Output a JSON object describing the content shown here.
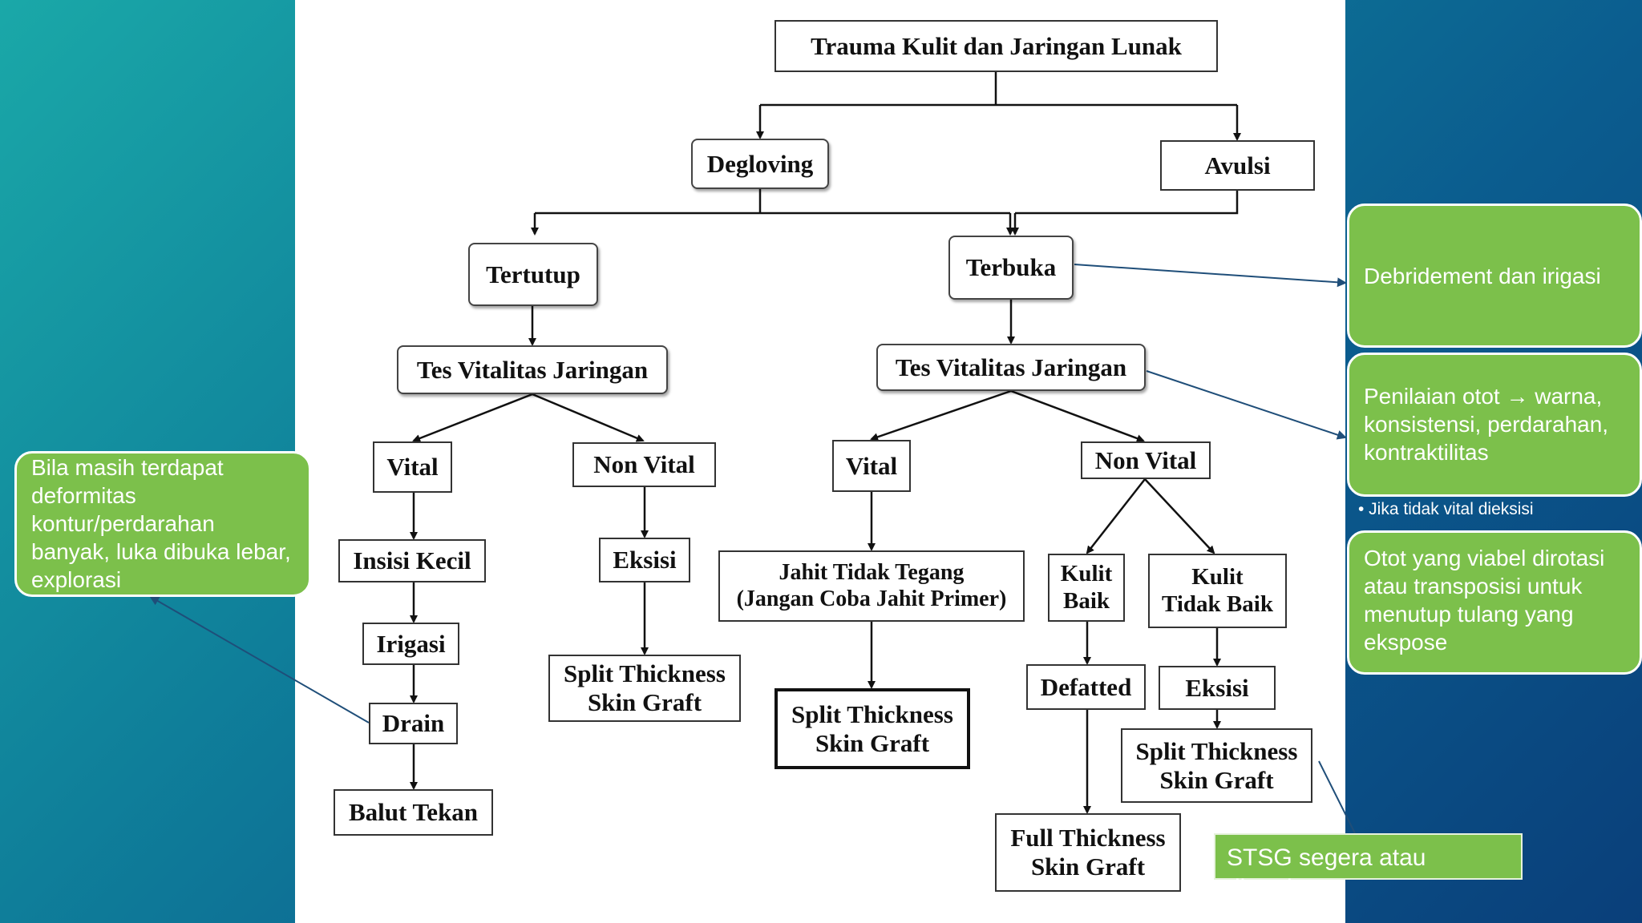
{
  "diagram": {
    "root": "Trauma Kulit dan Jaringan Lunak",
    "degloving": "Degloving",
    "avulsi": "Avulsi",
    "tertutup": "Tertutup",
    "terbuka": "Terbuka",
    "tes_vitalitas_left": "Tes Vitalitas Jaringan",
    "tes_vitalitas_right": "Tes Vitalitas Jaringan",
    "vital_left": "Vital",
    "non_vital_left": "Non Vital",
    "vital_right": "Vital",
    "non_vital_right": "Non Vital",
    "insisi_kecil": "Insisi Kecil",
    "irigasi": "Irigasi",
    "drain": "Drain",
    "balut_tekan": "Balut Tekan",
    "eksisi_left": "Eksisi",
    "stsg_left": "Split Thickness\nSkin Graft",
    "jahit": "Jahit Tidak Tegang\n(Jangan Coba Jahit Primer)",
    "stsg_mid": "Split Thickness\nSkin Graft",
    "kulit_baik": "Kulit\nBaik",
    "kulit_tidak_baik": "Kulit\nTidak Baik",
    "defatted": "Defatted",
    "eksisi_right": "Eksisi",
    "stsg_right": "Split Thickness\nSkin Graft",
    "ftsg": "Full Thickness\nSkin Graft"
  },
  "callouts": {
    "left": "Bila masih terdapat deformitas kontur/perdarahan banyak, luka dibuka lebar, explorasi",
    "debridement": "Debridement dan irigasi",
    "penilaian": "Penilaian otot → warna, konsistensi, perdarahan, kontraktilitas",
    "bullet": "• Jika tidak vital dieksisi",
    "otot": "Otot yang viabel dirotasi atau transposisi untuk menutup tulang yang ekspose",
    "stsg_note": "STSG segera atau ditunda"
  },
  "colors": {
    "callout_green": "#7cc04b",
    "background_teal": "#1aa8a8",
    "background_blue": "#0a3f7a"
  }
}
